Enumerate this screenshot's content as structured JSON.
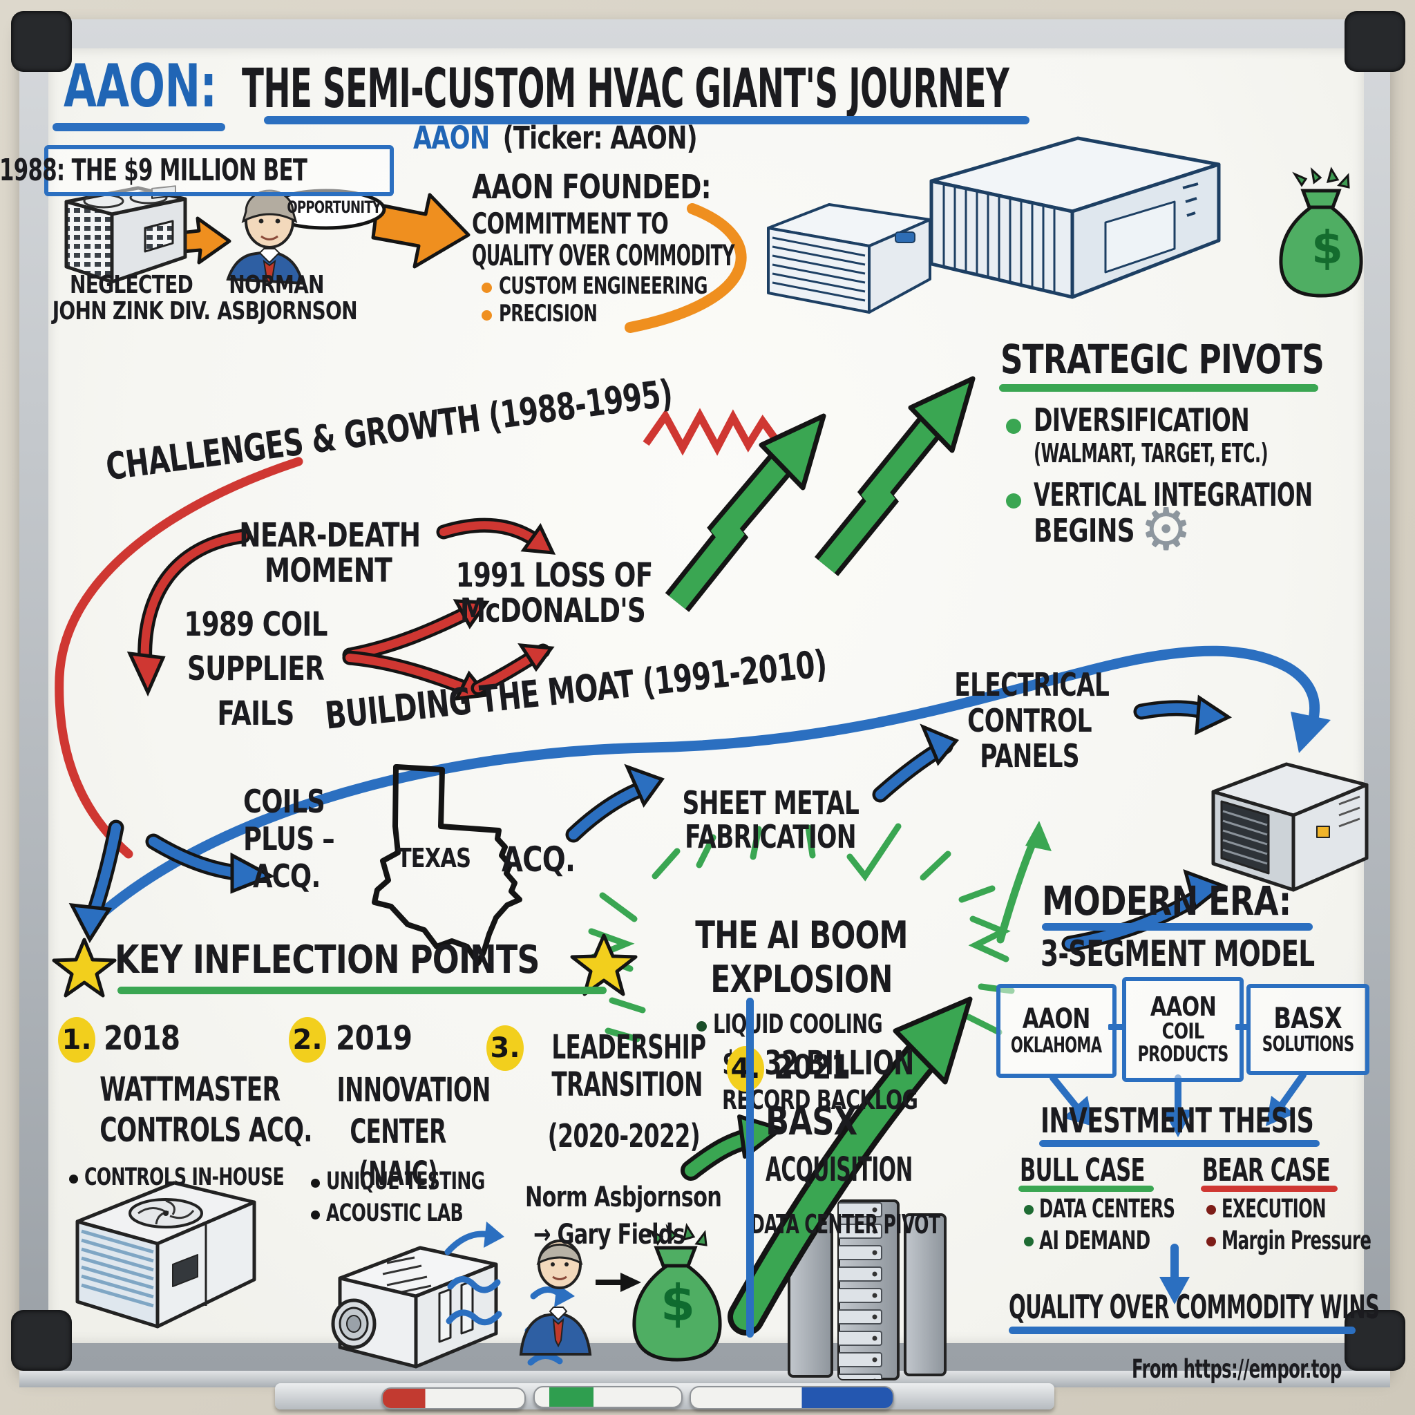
{
  "title": {
    "brand": "AAON:",
    "main": "THE SEMI-CUSTOM HVAC GIANT'S JOURNEY",
    "sub_brand": "AAON",
    "sub_rest": "(Ticker: AAON)"
  },
  "bet": {
    "box": "1988: THE $9 MILLION BET",
    "neglected_l1": "NEGLECTED",
    "neglected_l2": "JOHN ZINK DIV.",
    "founder_l1": "NORMAN",
    "founder_l2": "ASBJORNSON",
    "speech": "OPPORTUNITY"
  },
  "founded": {
    "l1": "AAON FOUNDED:",
    "l2": "COMMITMENT TO",
    "l3": "QUALITY OVER COMMODITY",
    "b1": "CUSTOM ENGINEERING",
    "b2": "PRECISION"
  },
  "pivots": {
    "title": "STRATEGIC PIVOTS",
    "i1": "DIVERSIFICATION",
    "i1b": "(WALMART, TARGET, ETC.)",
    "i2": "VERTICAL INTEGRATION",
    "i2b": "BEGINS"
  },
  "challenges": {
    "title": "CHALLENGES & GROWTH (1988-1995)",
    "neardeath_l1": "NEAR-DEATH",
    "neardeath_l2": "MOMENT",
    "coil_l1": "1989 COIL",
    "coil_l2": "SUPPLIER",
    "coil_l3": "FAILS",
    "mcd_l1": "1991 LOSS OF",
    "mcd_l2": "McDONALD'S"
  },
  "moat": {
    "title": "BUILDING THE MOAT (1991-2010)",
    "coils_l1": "COILS",
    "coils_l2": "PLUS –",
    "coils_l3": "ACQ.",
    "texas": "TEXAS",
    "texas_acq": "ACQ.",
    "sheet_l1": "SHEET METAL",
    "sheet_l2": "FABRICATION",
    "elec_l1": "ELECTRICAL",
    "elec_l2": "CONTROL",
    "elec_l3": "PANELS"
  },
  "inflection": {
    "title": "KEY INFLECTION POINTS",
    "p1_num": "1.",
    "p1_year": "2018",
    "p1_l1": "WATTMASTER",
    "p1_l2": "CONTROLS ACQ.",
    "p1_b1": "CONTROLS IN-HOUSE",
    "p2_num": "2.",
    "p2_year": "2019",
    "p2_l1": "INNOVATION",
    "p2_l2": "CENTER",
    "p2_l3": "(NAIC)",
    "p2_b1": "UNIQUE TESTING",
    "p2_b2": "ACOUSTIC LAB",
    "p3_num": "3.",
    "p3_l1": "LEADERSHIP",
    "p3_l2": "TRANSITION",
    "p3_l3": "(2020-2022)",
    "p3_s1": "Norm Asbjornson",
    "p3_s2": "→ Gary Fields",
    "p4_num": "4.",
    "p4_year": "2021",
    "p4_l1": "BASX",
    "p4_l2": "ACQUISITION",
    "p4_sub": "DATA CENTER PIVOT"
  },
  "ai": {
    "l1": "THE AI BOOM",
    "l2": "EXPLOSION",
    "b1": "LIQUID COOLING",
    "backlog_l1": "$1.32 BILLION",
    "backlog_l2": "RECORD BACKLOG"
  },
  "modern": {
    "title": "MODERN ERA:",
    "subtitle": "3-SEGMENT MODEL",
    "seg1_l1": "AAON",
    "seg1_l2": "OKLAHOMA",
    "seg2_l1": "AAON",
    "seg2_l2": "COIL",
    "seg2_l3": "PRODUCTS",
    "seg3_l1": "BASX",
    "seg3_l2": "SOLUTIONS"
  },
  "thesis": {
    "title": "INVESTMENT THESIS",
    "bull": "BULL CASE",
    "bull1": "DATA CENTERS",
    "bull2": "AI DEMAND",
    "bear": "BEAR CASE",
    "bear1": "EXECUTION",
    "bear2": "Margin Pressure",
    "conclusion": "QUALITY OVER COMMODITY WINS"
  },
  "footer": {
    "source": "From https://empor.top"
  },
  "icons": {
    "gear": "⚙",
    "dollar": "$",
    "arrow": "→"
  },
  "colors": {
    "blue": "#2065b5",
    "red": "#cf3732",
    "green": "#3aa652",
    "orange": "#ef8f1f",
    "yellow": "#f2cf1d",
    "marker_red": "#c23a30",
    "marker_green": "#2f9e4f",
    "marker_blue": "#2457b0"
  }
}
